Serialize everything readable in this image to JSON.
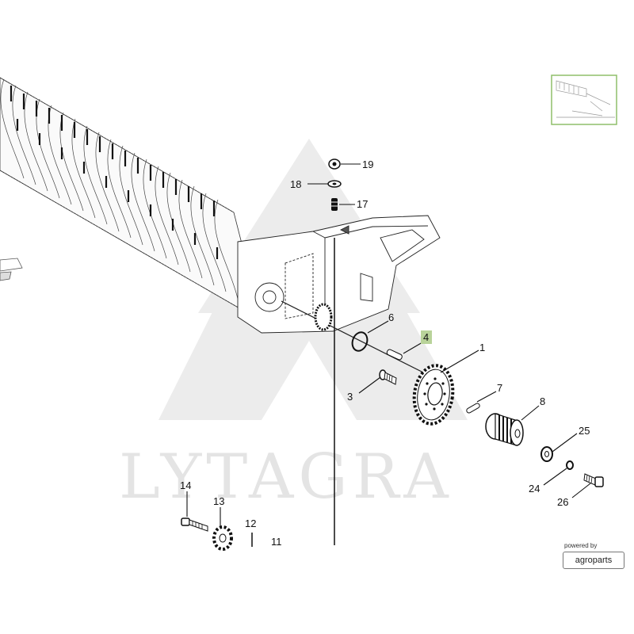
{
  "watermark": "LYTAGRA",
  "callouts": [
    {
      "id": "c19",
      "label": "19"
    },
    {
      "id": "c18",
      "label": "18"
    },
    {
      "id": "c17",
      "label": "17"
    },
    {
      "id": "c6",
      "label": "6"
    },
    {
      "id": "c4",
      "label": "4",
      "highlighted": true
    },
    {
      "id": "c1",
      "label": "1"
    },
    {
      "id": "c3",
      "label": "3"
    },
    {
      "id": "c7",
      "label": "7"
    },
    {
      "id": "c8",
      "label": "8"
    },
    {
      "id": "c25",
      "label": "25"
    },
    {
      "id": "c24",
      "label": "24"
    },
    {
      "id": "c26",
      "label": "26"
    },
    {
      "id": "c14",
      "label": "14"
    },
    {
      "id": "c13",
      "label": "13"
    },
    {
      "id": "c12",
      "label": "12"
    },
    {
      "id": "c11",
      "label": "11"
    }
  ],
  "branding": {
    "powered_by": "powered by",
    "brand": "agroparts"
  },
  "colors": {
    "highlight": "#b9d39a",
    "watermark": "#e4e4e4",
    "line": "#222222",
    "thumbnail_border": "#8fbf6a"
  }
}
